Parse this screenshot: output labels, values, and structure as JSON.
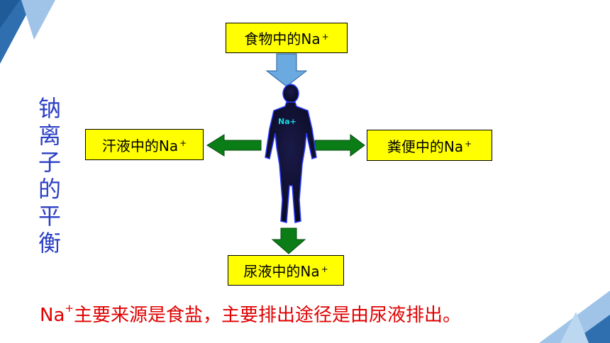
{
  "title_chars": [
    "钠",
    "离",
    "子",
    "的",
    "平",
    "衡"
  ],
  "boxes": {
    "food": {
      "text": "食物中的Na",
      "sup": "+"
    },
    "sweat": {
      "text": "汗液中的Na",
      "sup": "+"
    },
    "feces": {
      "text": "粪便中的Na",
      "sup": "+"
    },
    "urine": {
      "text": "尿液中的Na",
      "sup": "+"
    }
  },
  "body_label": "Na+",
  "bottom_note": {
    "prefix": "Na",
    "sup": "+",
    "text": "主要来源是食盐，主要排出途径是由尿液排出。"
  },
  "colors": {
    "box_fill": "#ffff00",
    "title": "#2b3fc4",
    "note": "#e00000",
    "arrow_in": "#6aaae0",
    "arrow_out": "#0b7d17",
    "deco": "#3a7fc0"
  }
}
